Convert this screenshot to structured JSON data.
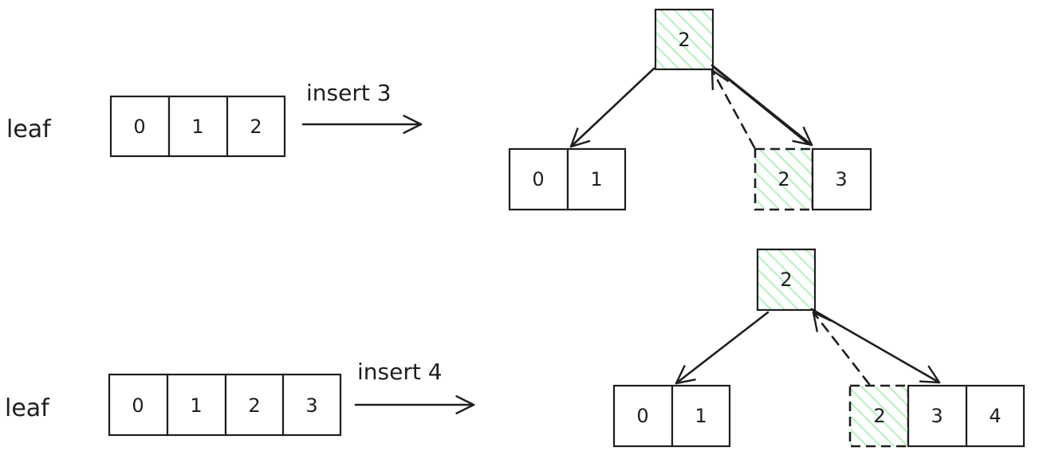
{
  "colors": {
    "stroke": "#1e1e1e",
    "hatch": "#b2f2bb"
  },
  "top": {
    "label": "leaf",
    "leaf_cells": [
      "0",
      "1",
      "2"
    ],
    "operation": "insert 3",
    "root_key": "2",
    "left_child": [
      "0",
      "1"
    ],
    "right_child_promoted": "2",
    "right_child": [
      "3"
    ]
  },
  "bottom": {
    "label": "leaf",
    "leaf_cells": [
      "0",
      "1",
      "2",
      "3"
    ],
    "operation": "insert 4",
    "root_key": "2",
    "left_child": [
      "0",
      "1"
    ],
    "right_child_promoted": "2",
    "right_child": [
      "3",
      "4"
    ]
  }
}
